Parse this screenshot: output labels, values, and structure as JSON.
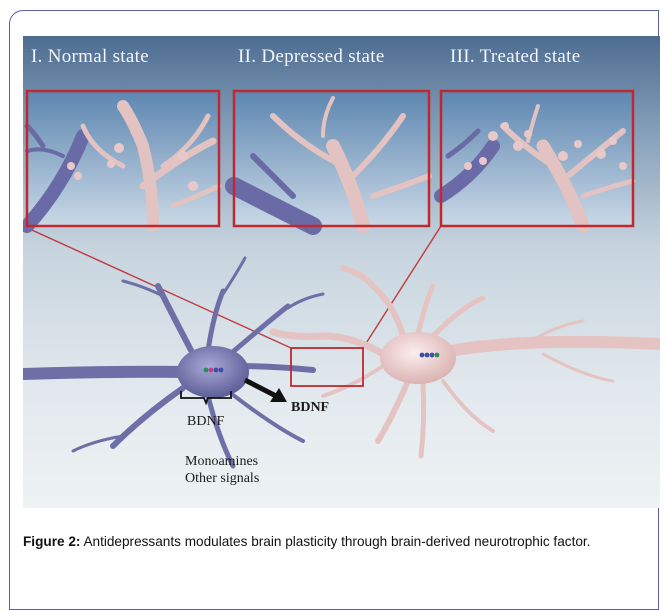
{
  "figure": {
    "panels": [
      {
        "title": "I. Normal state"
      },
      {
        "title": "II. Depressed state"
      },
      {
        "title": "III. Treated state"
      }
    ],
    "labels": {
      "bdnf_arrow": "BDNF",
      "bdnf_brace": "BDNF",
      "signals_line1": "Monoamines",
      "signals_line2": "Other signals"
    },
    "colors": {
      "panel_border": "#c0282d",
      "left_neuron": "#6f6fa8",
      "right_neuron": "#e9c9c9",
      "frame_border": "#5b5fa8"
    }
  },
  "caption": {
    "lead": "Figure 2:",
    "text": "Antidepressants modulates brain plasticity through brain-derived neurotrophic factor."
  }
}
